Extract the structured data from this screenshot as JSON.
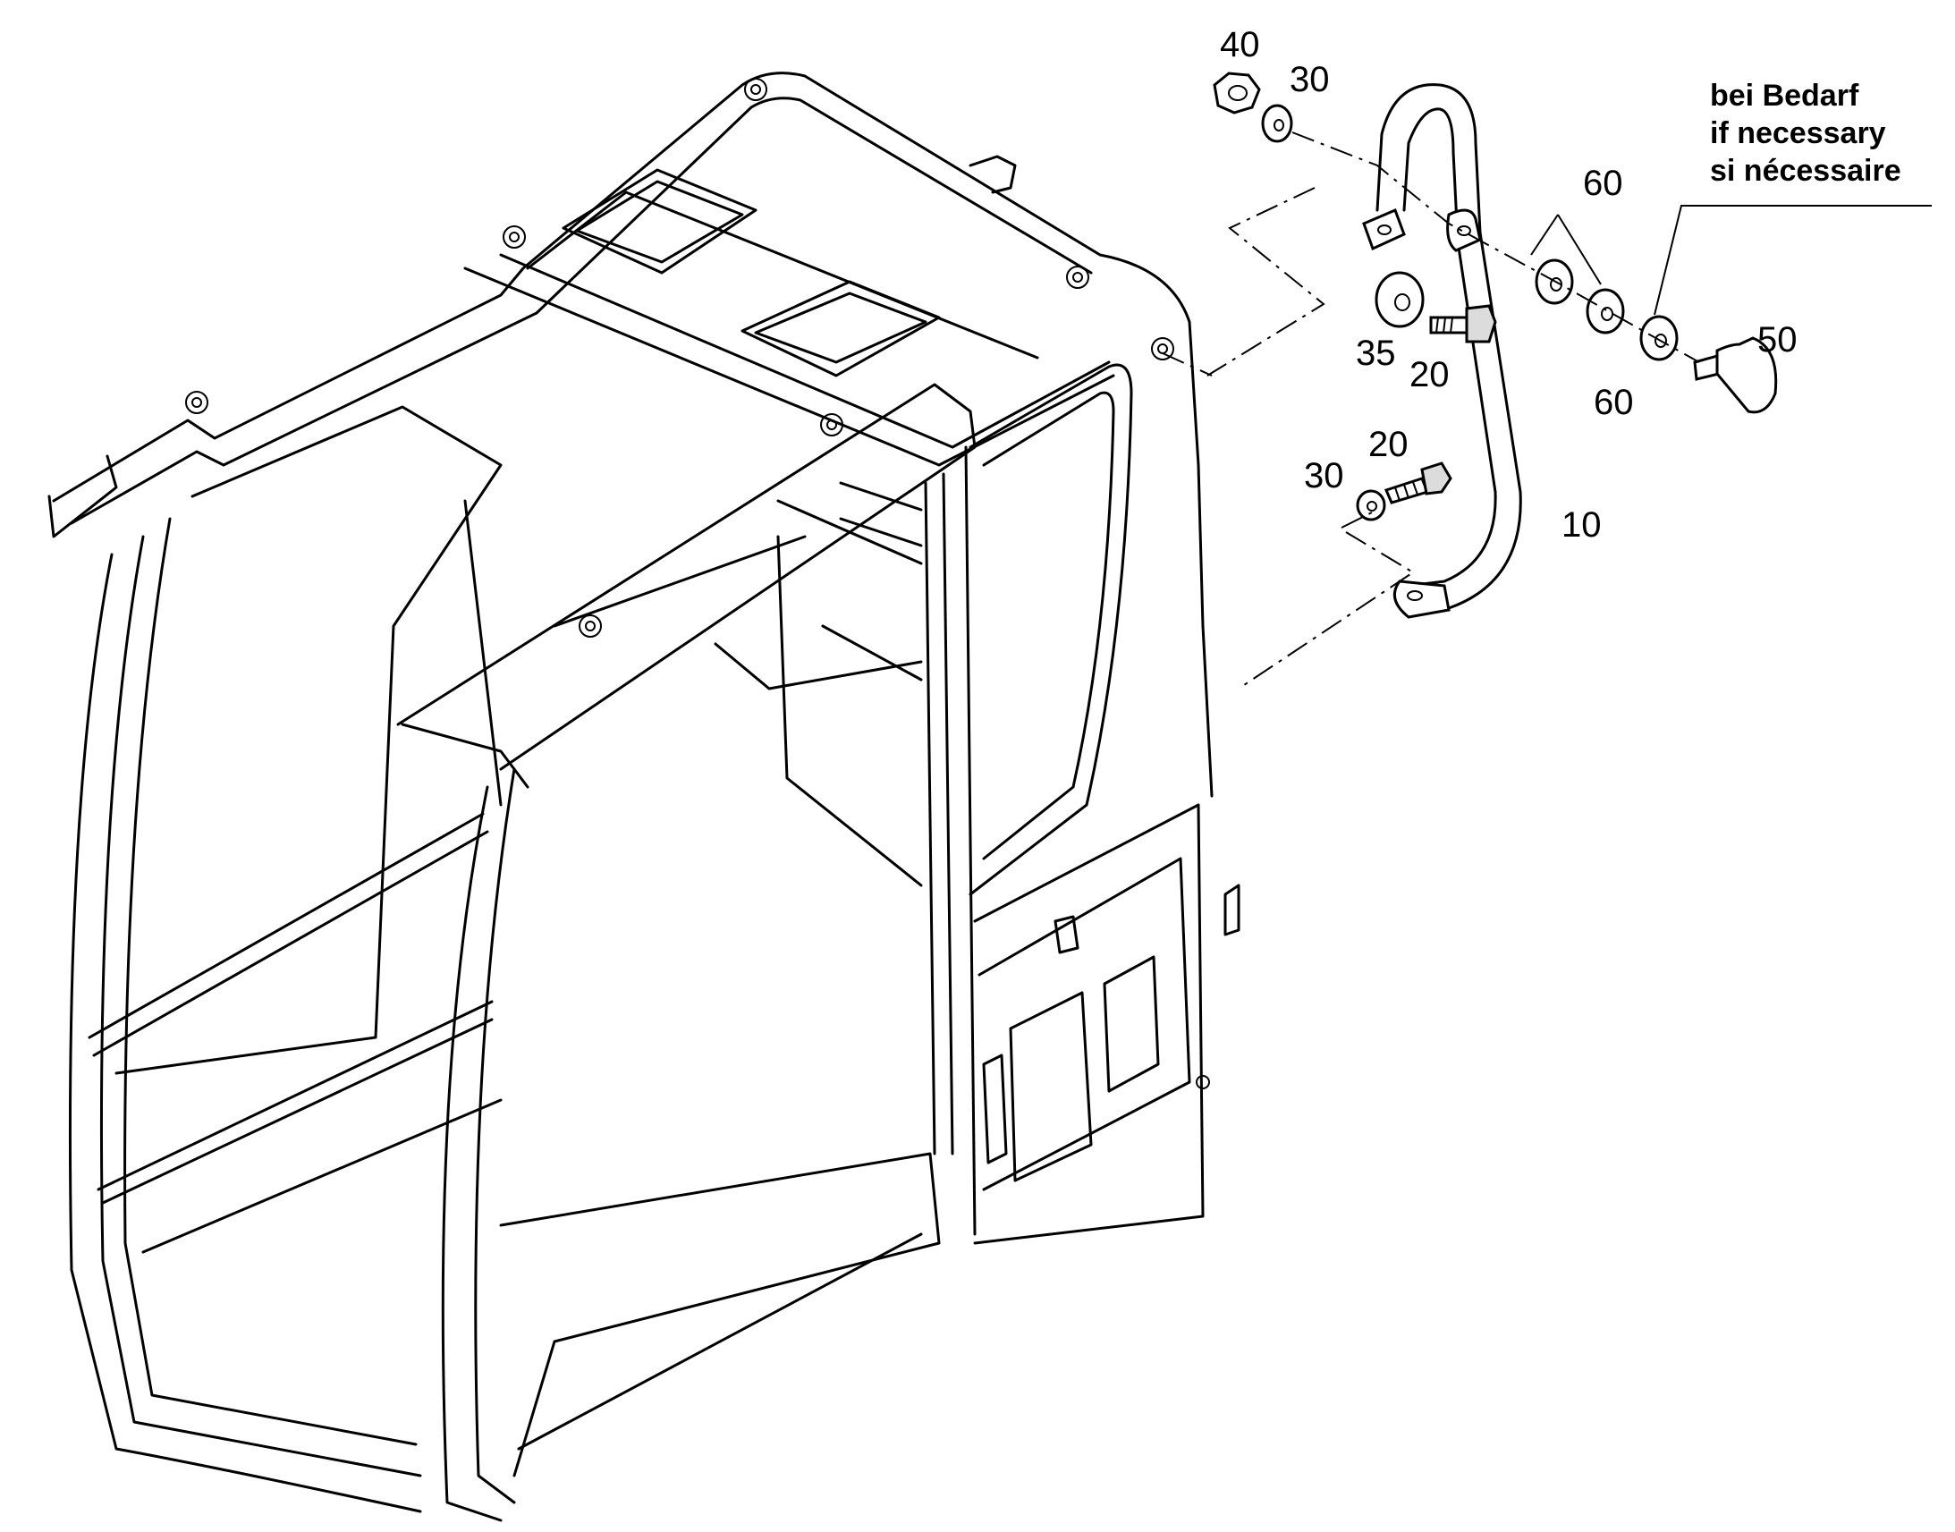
{
  "callouts": {
    "c10": "10",
    "c20a": "20",
    "c20b": "20",
    "c30a": "30",
    "c30b": "30",
    "c35": "35",
    "c40": "40",
    "c50": "50",
    "c60a": "60",
    "c60b": "60"
  },
  "note": {
    "line1": "bei Bedarf",
    "line2": "if necessary",
    "line3": "si nécessaire"
  }
}
